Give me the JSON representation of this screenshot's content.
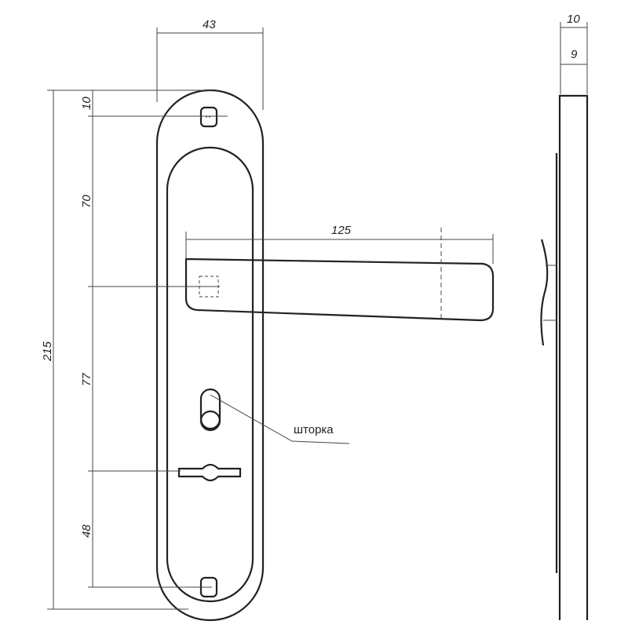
{
  "drawing": {
    "dimensions": {
      "plate_width": "43",
      "total_height": "215",
      "top_to_screw": "10",
      "screw_to_handle": "70",
      "handle_to_key": "77",
      "key_to_screw": "48",
      "handle_length": "125",
      "side_total_thickness": "10",
      "side_plate_thickness": "9"
    },
    "callout_label": "шторка"
  }
}
